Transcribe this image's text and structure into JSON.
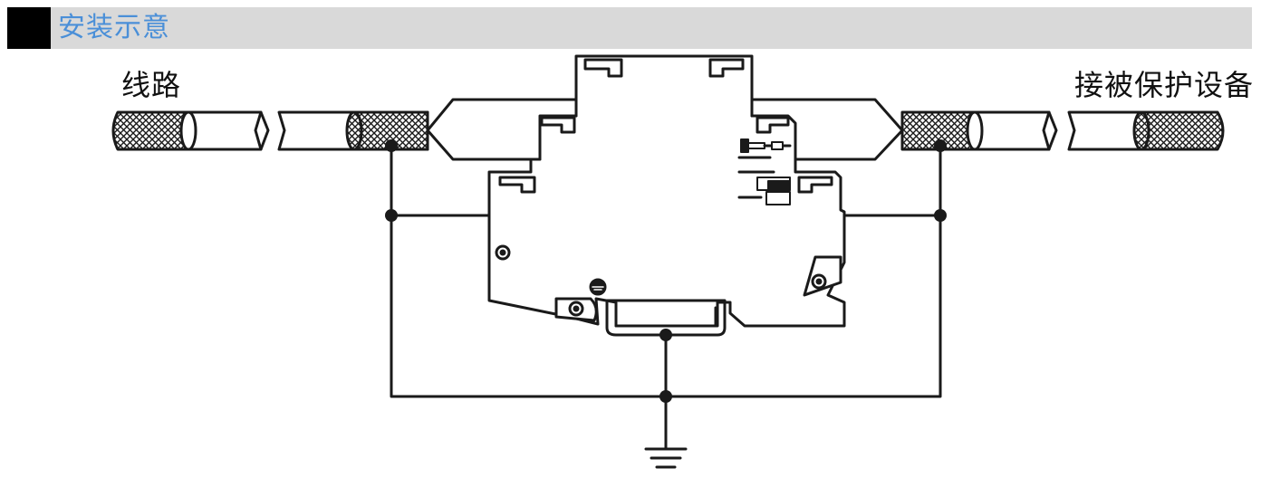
{
  "header": {
    "title": "安装示意"
  },
  "labels": {
    "line": "线路",
    "protected_device": "接被保护设备"
  },
  "colors": {
    "title_text": "#4a8fd8",
    "title_bar": "#d9d9d9",
    "title_block": "#000000",
    "stroke": "#1a1a1a"
  }
}
